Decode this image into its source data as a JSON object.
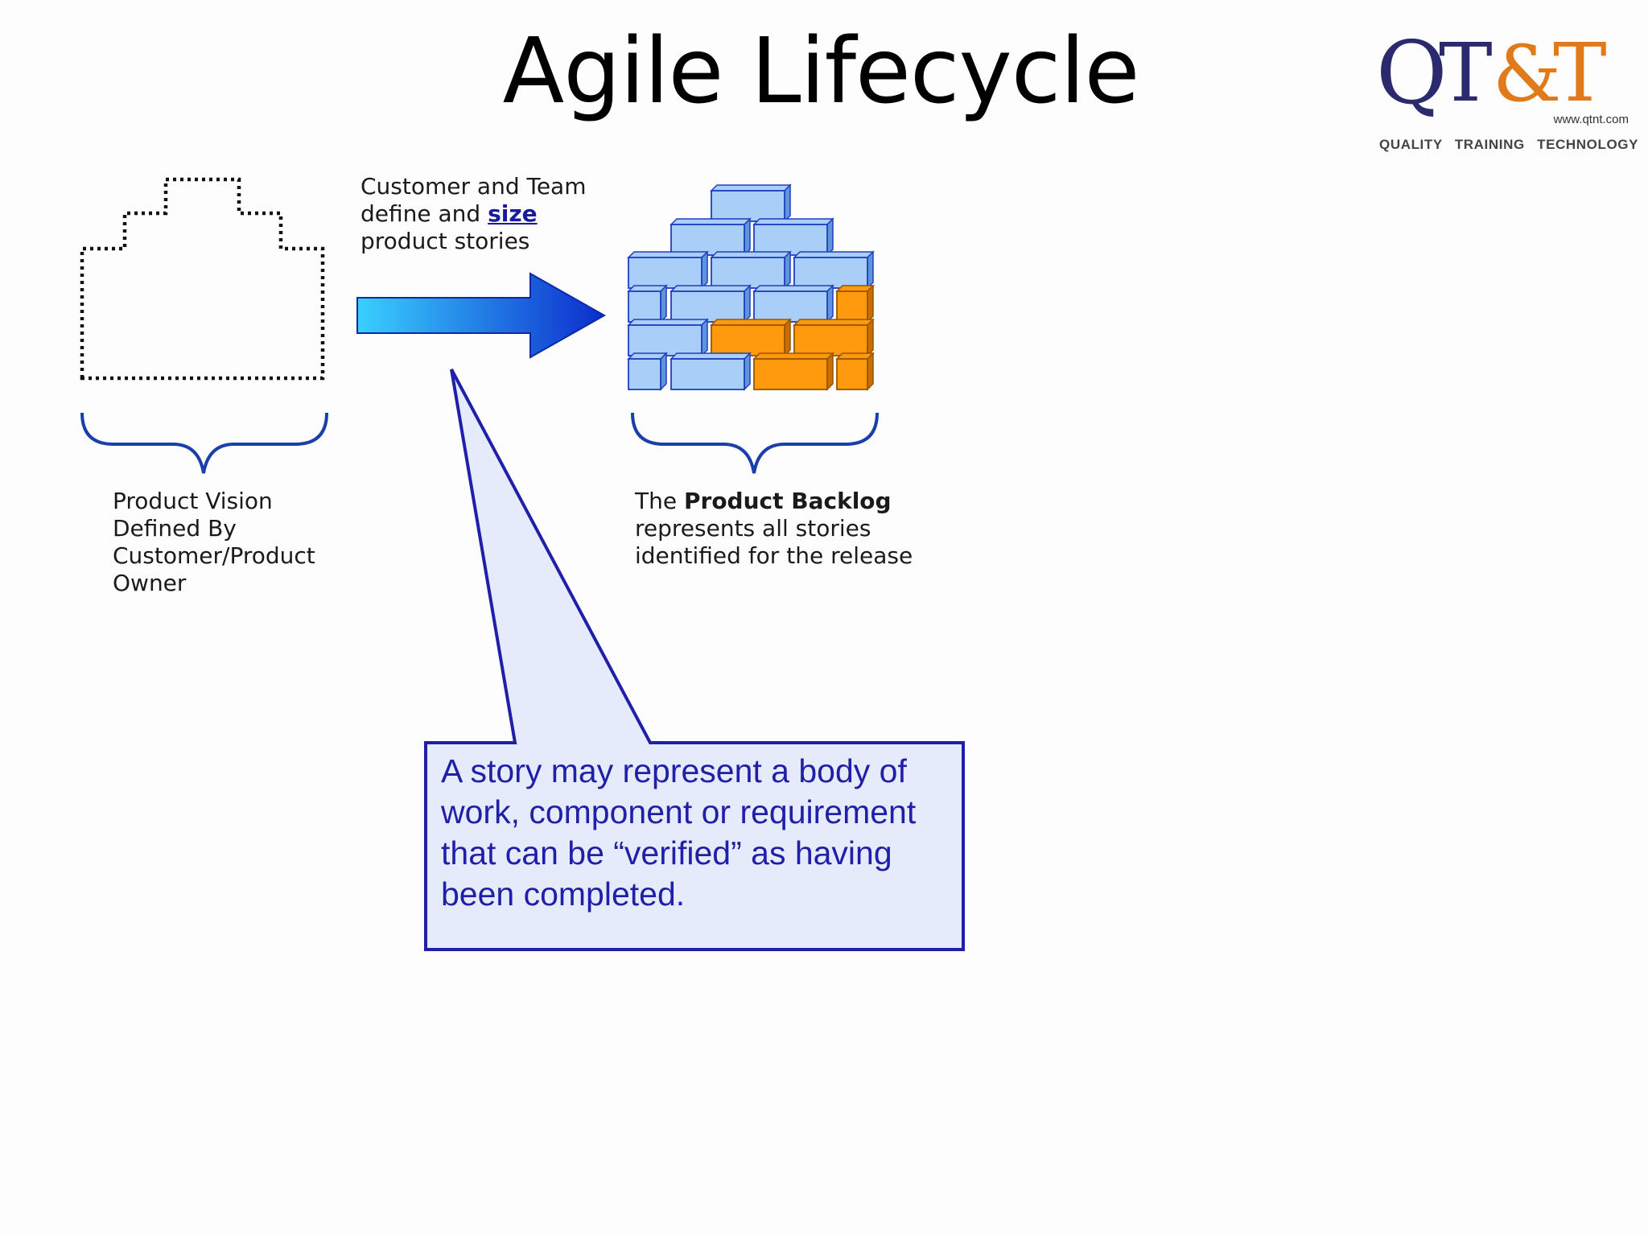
{
  "slide": {
    "title": "Agile Lifecycle"
  },
  "logo": {
    "mark": "QT&T",
    "url": "www.qtnt.com",
    "tagline": "QUALITY TRAINING TECHNOLOGY"
  },
  "vision": {
    "label_lines": [
      "Product Vision",
      "Defined By",
      "Customer/Product",
      "Owner"
    ]
  },
  "arrow": {
    "line1": "Customer and Team",
    "line2_prefix": "define and ",
    "line2_link": "size",
    "line3": "product stories"
  },
  "backlog": {
    "prefix": "The ",
    "bold": "Product Backlog",
    "line2": "represents all stories",
    "line3": "identified for the release"
  },
  "callout": {
    "text": "A story may represent a body of work, component or requirement that can be “verified” as having been completed."
  },
  "colors": {
    "story_blue": "#a9cef7",
    "story_orange": "#ff9a0e",
    "accent_blue": "#1f1fa8",
    "callout_fill": "#e6ebfb"
  }
}
